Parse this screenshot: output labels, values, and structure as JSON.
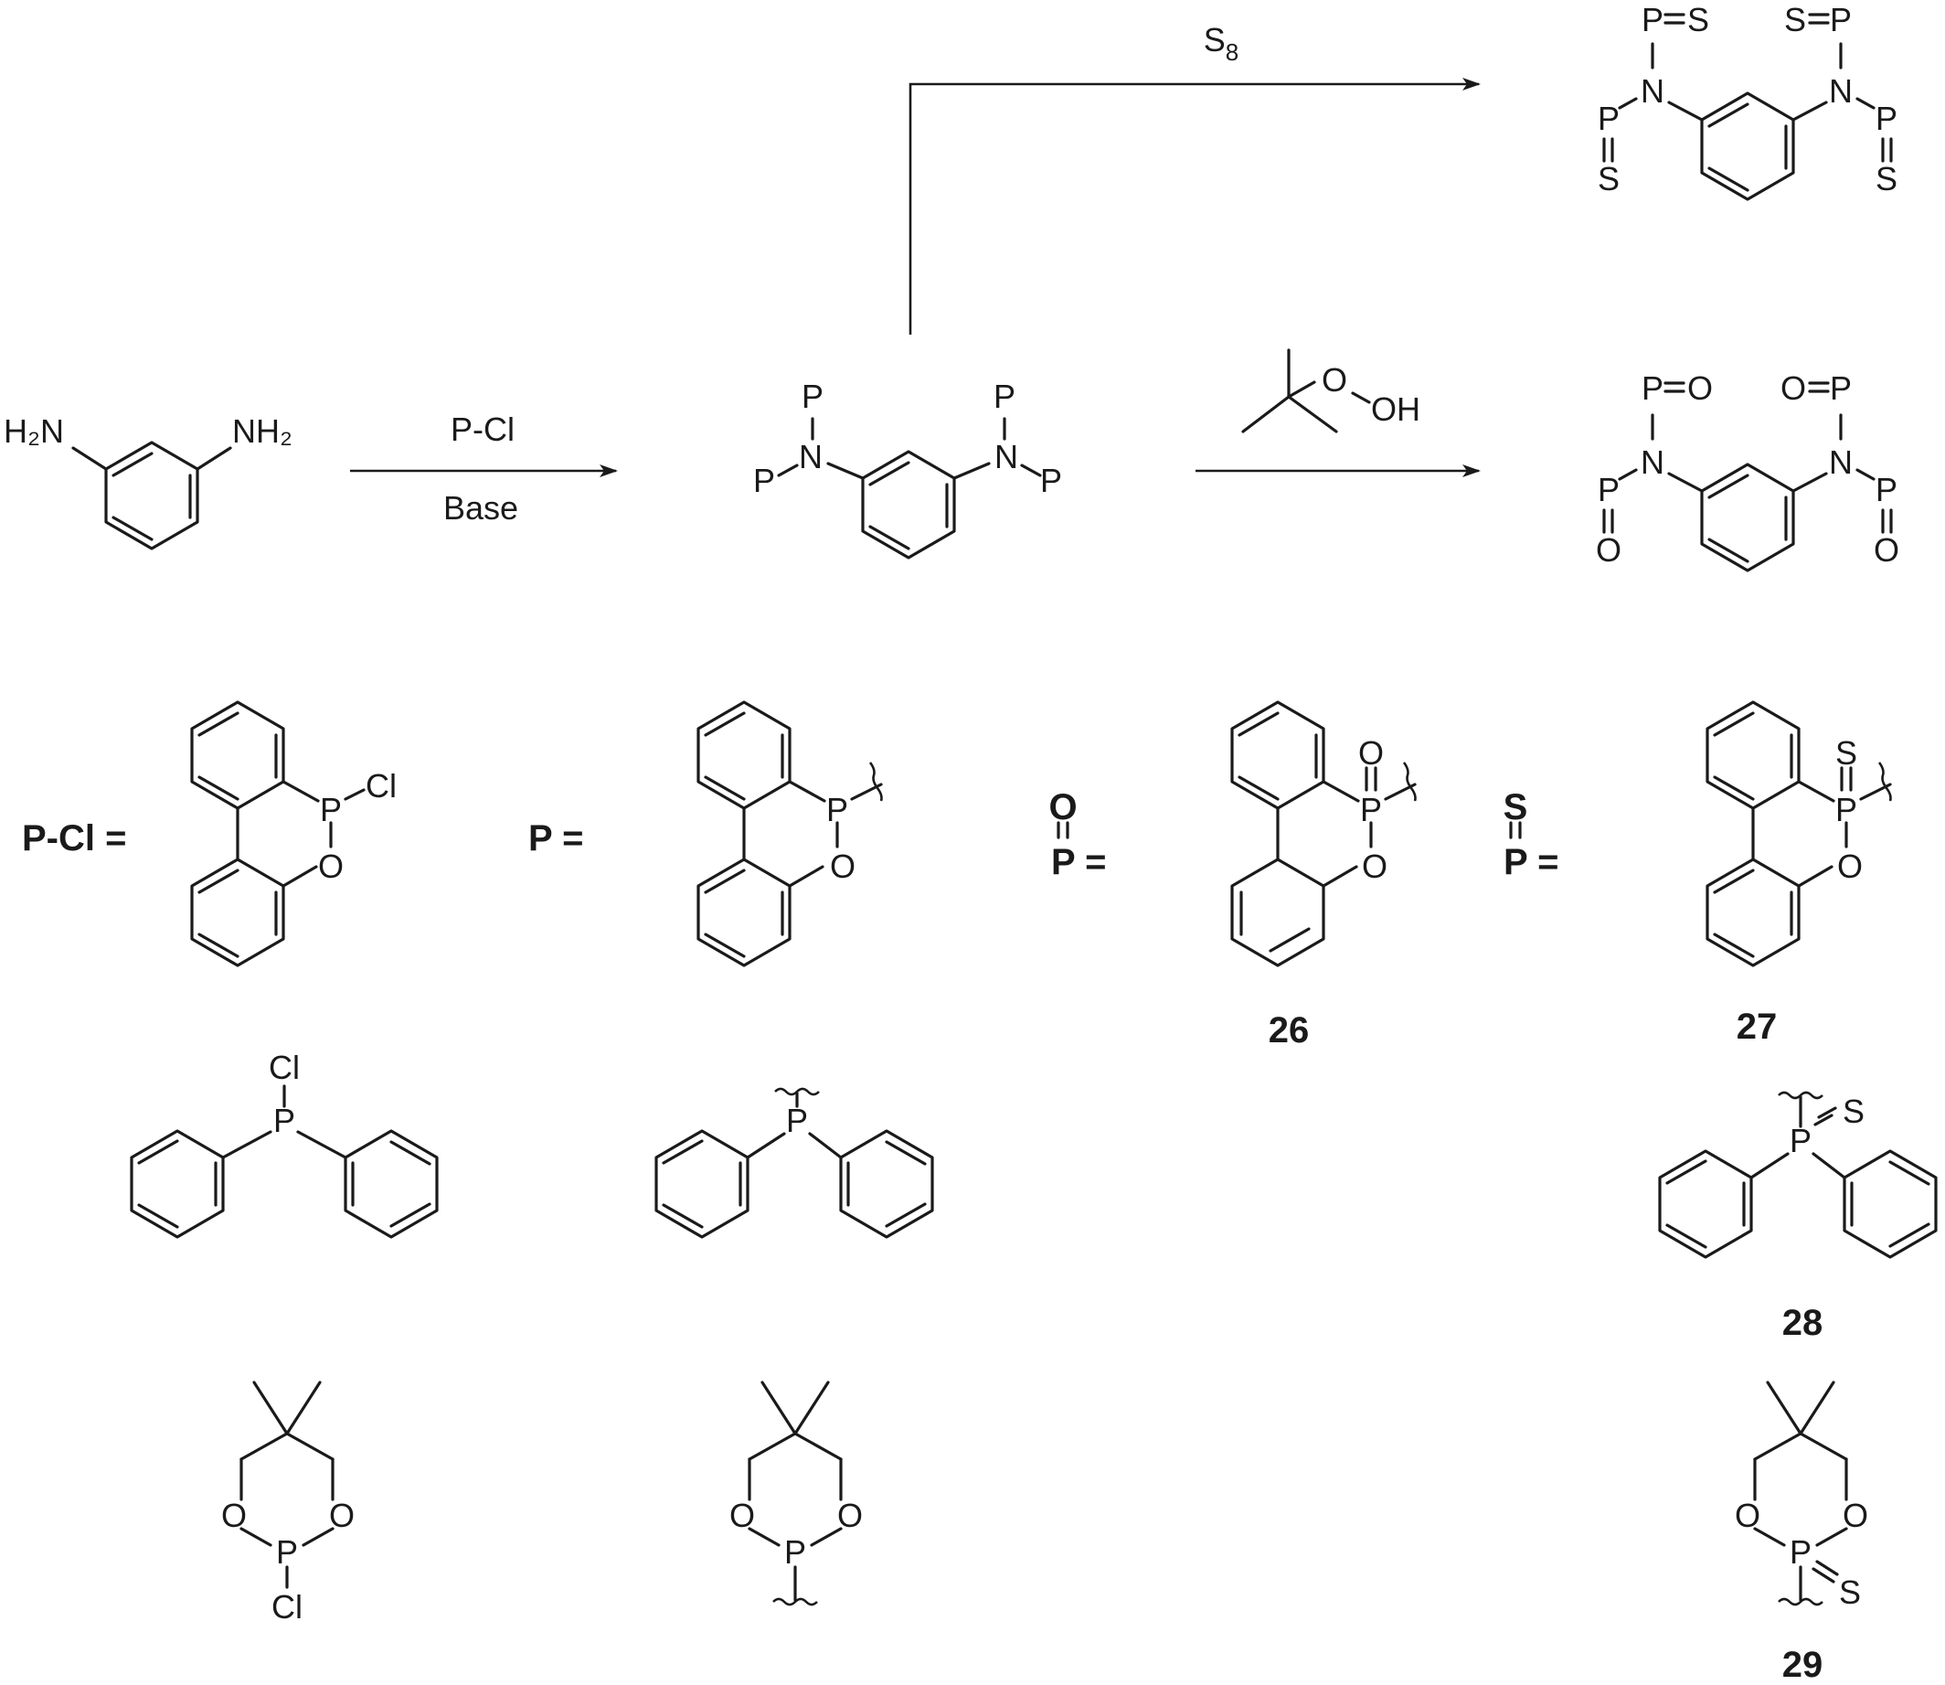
{
  "reagents": {
    "pcl_base_top": "P-Cl",
    "pcl_base_bottom": "Base",
    "sulfur": "S",
    "sulfur_sub": "8",
    "peroxide_o1": "O",
    "peroxide_oh": "OH"
  },
  "atoms": {
    "P": "P",
    "N": "N",
    "O": "O",
    "S": "S",
    "Cl": "Cl",
    "H2N": "H₂N",
    "NH2": "NH₂"
  },
  "definitions": {
    "pcl_eq": "P-Cl =",
    "p_eq": "P =",
    "op_top": "O",
    "op_eq": "P =",
    "sp_top": "S",
    "sp_eq": "P ="
  },
  "compound_numbers": {
    "c26": "26",
    "c27": "27",
    "c28": "28",
    "c29": "29"
  }
}
